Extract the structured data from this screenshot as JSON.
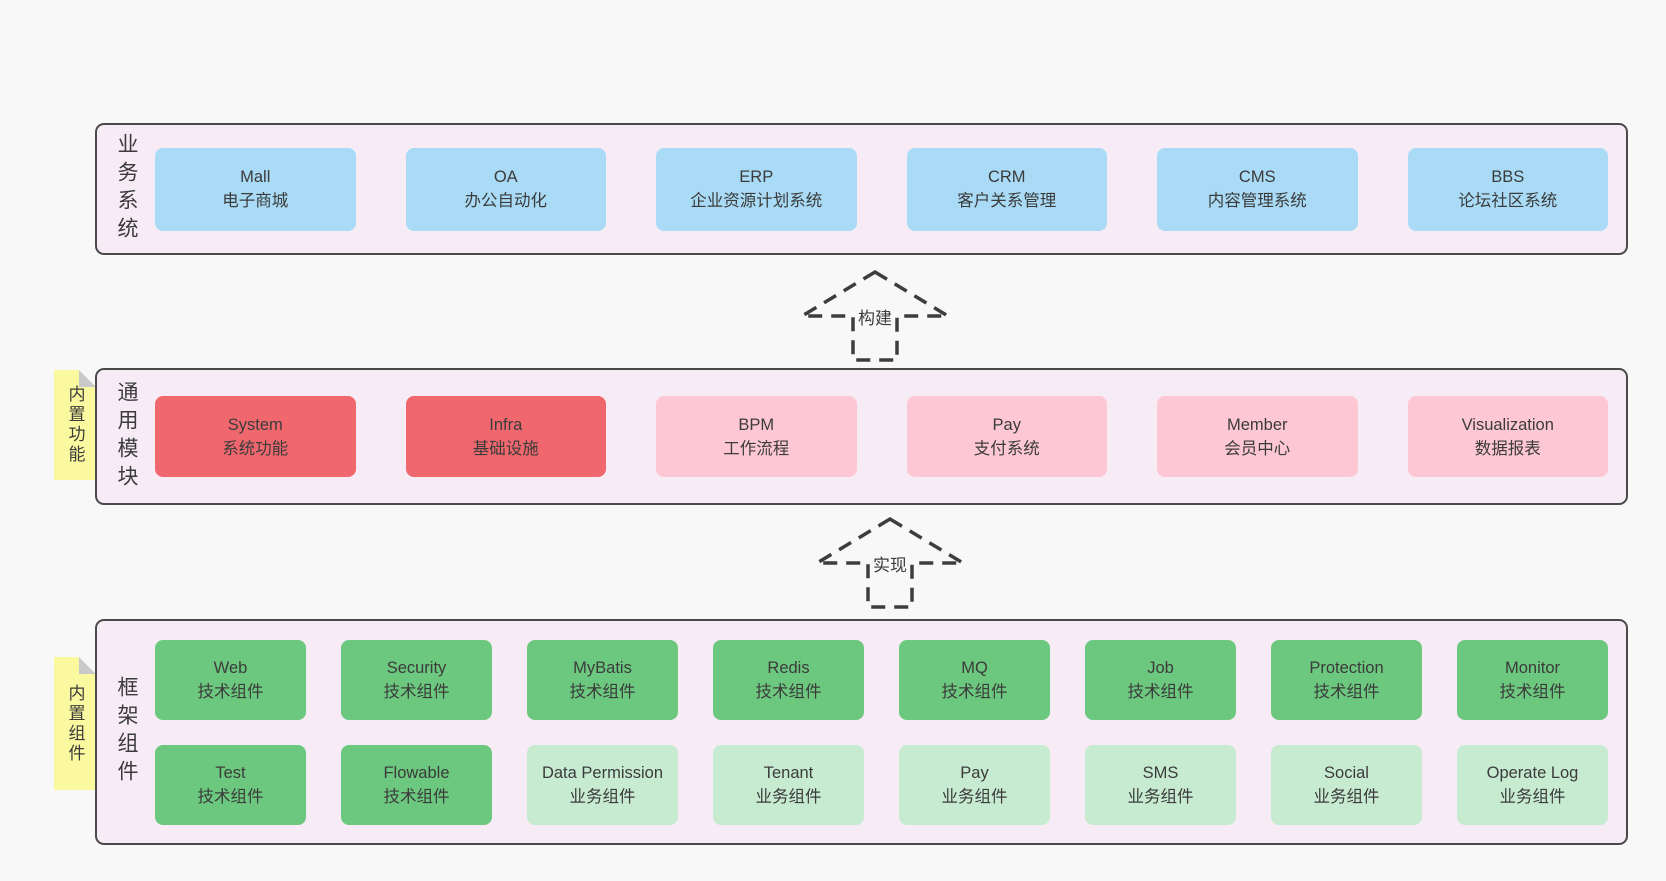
{
  "colors": {
    "page_bg": "#f8f8f8",
    "container_bg": "#f7ecf5",
    "container_border": "#4a4a4a",
    "blue_box": "#a9dbf6",
    "red_box": "#f0686e",
    "pink_box": "#fdc8d3",
    "green_dark_box": "#6cc87e",
    "green_light_box": "#c7ebd1",
    "tab_yellow": "#fbf99f",
    "tab_fold_gray": "#c9c9c9",
    "text": "#3b3b3b"
  },
  "arrows": [
    {
      "label": "构建"
    },
    {
      "label": "实现"
    }
  ],
  "layers": [
    {
      "label": "业务系统",
      "boxes": [
        {
          "name": "Mall",
          "desc": "电子商城"
        },
        {
          "name": "OA",
          "desc": "办公自动化"
        },
        {
          "name": "ERP",
          "desc": "企业资源计划系统"
        },
        {
          "name": "CRM",
          "desc": "客户关系管理"
        },
        {
          "name": "CMS",
          "desc": "内容管理系统"
        },
        {
          "name": "BBS",
          "desc": "论坛社区系统"
        }
      ]
    },
    {
      "label": "通用模块",
      "tab": "内置功能",
      "boxes": [
        {
          "name": "System",
          "desc": "系统功能"
        },
        {
          "name": "Infra",
          "desc": "基础设施"
        },
        {
          "name": "BPM",
          "desc": "工作流程"
        },
        {
          "name": "Pay",
          "desc": "支付系统"
        },
        {
          "name": "Member",
          "desc": "会员中心"
        },
        {
          "name": "Visualization",
          "desc": "数据报表"
        }
      ]
    },
    {
      "label": "框架组件",
      "tab": "内置组件",
      "rows": [
        [
          {
            "name": "Web",
            "desc": "技术组件"
          },
          {
            "name": "Security",
            "desc": "技术组件"
          },
          {
            "name": "MyBatis",
            "desc": "技术组件"
          },
          {
            "name": "Redis",
            "desc": "技术组件"
          },
          {
            "name": "MQ",
            "desc": "技术组件"
          },
          {
            "name": "Job",
            "desc": "技术组件"
          },
          {
            "name": "Protection",
            "desc": "技术组件"
          },
          {
            "name": "Monitor",
            "desc": "技术组件"
          }
        ],
        [
          {
            "name": "Test",
            "desc": "技术组件"
          },
          {
            "name": "Flowable",
            "desc": "技术组件"
          },
          {
            "name": "Data Permission",
            "desc": "业务组件"
          },
          {
            "name": "Tenant",
            "desc": "业务组件"
          },
          {
            "name": "Pay",
            "desc": "业务组件"
          },
          {
            "name": "SMS",
            "desc": "业务组件"
          },
          {
            "name": "Social",
            "desc": "业务组件"
          },
          {
            "name": "Operate Log",
            "desc": "业务组件"
          }
        ]
      ]
    }
  ]
}
